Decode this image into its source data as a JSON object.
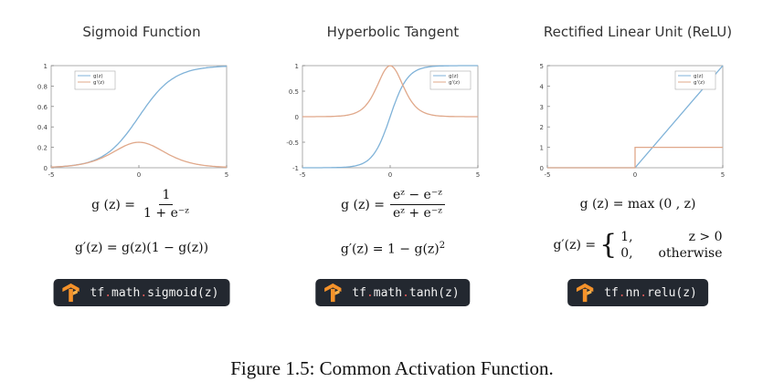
{
  "panels": [
    {
      "title": "Sigmoid Function",
      "formula1": {
        "lhs": "g (z) =",
        "num": "1",
        "den": "1 + e⁻ᶻ"
      },
      "formula2": "g′(z) = g(z)(1 − g(z))",
      "tf_code": [
        "tf",
        "math",
        "sigmoid(z)"
      ]
    },
    {
      "title": "Hyperbolic Tangent",
      "formula1": {
        "lhs": "g (z) =",
        "num": "eᶻ − e⁻ᶻ",
        "den": "eᶻ + e⁻ᶻ"
      },
      "formula2_lhs": "g′(z) = 1 − g(z)",
      "formula2_sup": "2",
      "tf_code": [
        "tf",
        "math",
        "tanh(z)"
      ]
    },
    {
      "title": "Rectified Linear Unit (ReLU)",
      "formula1": "g (z) = max (0 , z)",
      "formula2": {
        "lhs": "g′(z) =",
        "case1_val": "1,",
        "case1_cond": "z > 0",
        "case2_val": "0,",
        "case2_cond": "otherwise"
      },
      "tf_code": [
        "tf",
        "nn",
        "relu(z)"
      ]
    }
  ],
  "caption": "Figure 1.5: Common Activation Function.",
  "colors": {
    "g": "#7fb2d8",
    "g_prime": "#e0a88a",
    "axis": "#888888",
    "badge_bg": "#232830",
    "tf_orange": "#f5922a"
  },
  "chart_data": [
    {
      "type": "line",
      "title": "Sigmoid Function",
      "xlim": [
        -5,
        5
      ],
      "ylim": [
        0,
        1
      ],
      "xticks": [
        -5,
        0,
        5
      ],
      "yticks": [
        0,
        0.2,
        0.4,
        0.6,
        0.8,
        1
      ],
      "ytick_labels": [
        "0",
        "0.2",
        "0.4",
        "0.6",
        "0.8",
        "1"
      ],
      "legend": "top-left",
      "x": [
        -5,
        -4,
        -3,
        -2,
        -1,
        0,
        1,
        2,
        3,
        4,
        5
      ],
      "series": [
        {
          "name": "g(z)",
          "values": [
            0.0067,
            0.018,
            0.047,
            0.119,
            0.269,
            0.5,
            0.731,
            0.881,
            0.953,
            0.982,
            0.993
          ]
        },
        {
          "name": "g'(z)",
          "values": [
            0.0066,
            0.018,
            0.045,
            0.105,
            0.197,
            0.25,
            0.197,
            0.105,
            0.045,
            0.018,
            0.0066
          ]
        }
      ]
    },
    {
      "type": "line",
      "title": "Hyperbolic Tangent",
      "xlim": [
        -5,
        5
      ],
      "ylim": [
        -1,
        1
      ],
      "xticks": [
        -5,
        0,
        5
      ],
      "yticks": [
        -1,
        -0.5,
        0,
        0.5,
        1
      ],
      "ytick_labels": [
        "-1",
        "-0.5",
        "0",
        "0.5",
        "1"
      ],
      "legend": "top-right",
      "x": [
        -5,
        -4,
        -3,
        -2,
        -1.5,
        -1,
        -0.5,
        0,
        0.5,
        1,
        1.5,
        2,
        3,
        4,
        5
      ],
      "series": [
        {
          "name": "g(z)",
          "values": [
            -0.9999,
            -0.9993,
            -0.995,
            -0.964,
            -0.905,
            -0.762,
            -0.462,
            0,
            0.462,
            0.762,
            0.905,
            0.964,
            0.995,
            0.9993,
            0.9999
          ]
        },
        {
          "name": "g'(z)",
          "values": [
            0.0002,
            0.0013,
            0.0099,
            0.071,
            0.181,
            0.42,
            0.786,
            1,
            0.786,
            0.42,
            0.181,
            0.071,
            0.0099,
            0.0013,
            0.0002
          ]
        }
      ]
    },
    {
      "type": "line",
      "title": "Rectified Linear Unit (ReLU)",
      "xlim": [
        -5,
        5
      ],
      "ylim": [
        0,
        5
      ],
      "xticks": [
        -5,
        0,
        5
      ],
      "yticks": [
        0,
        1,
        2,
        3,
        4,
        5
      ],
      "ytick_labels": [
        "0",
        "1",
        "2",
        "3",
        "4",
        "5"
      ],
      "legend": "top-right",
      "series": [
        {
          "name": "g(z)",
          "x": [
            -5,
            0,
            5
          ],
          "values": [
            0,
            0,
            5
          ]
        },
        {
          "name": "g'(z)",
          "x": [
            -5,
            0,
            0,
            5
          ],
          "values": [
            0,
            0,
            1,
            1
          ]
        }
      ]
    }
  ]
}
